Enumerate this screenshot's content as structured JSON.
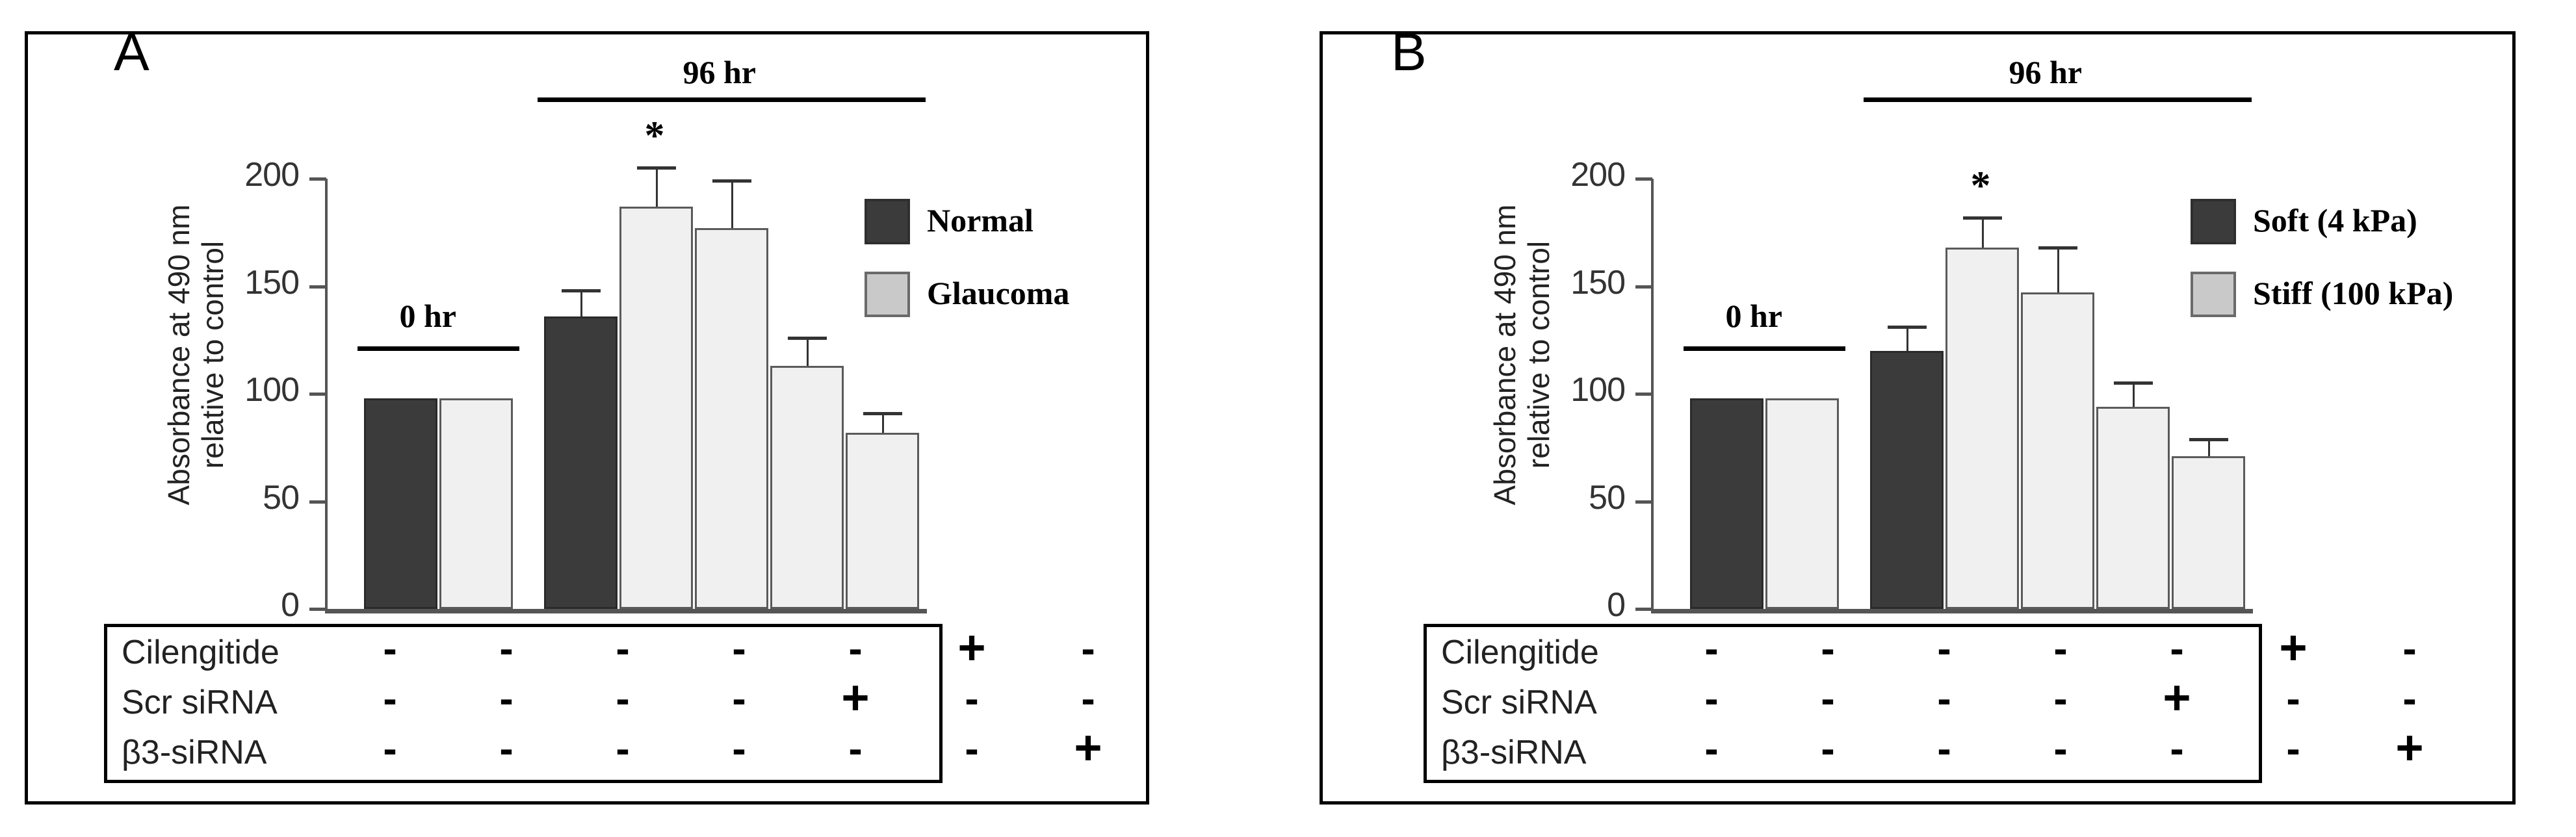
{
  "figure": {
    "panels": [
      {
        "letter": "A",
        "yaxis": {
          "label_line1": "Absorbance at 490 nm",
          "label_line2": "relative to control",
          "ticks": [
            "200",
            "150",
            "100",
            "50",
            "0"
          ],
          "tick_values": [
            200,
            150,
            100,
            50,
            0
          ]
        },
        "group_labels": {
          "left": "0 hr",
          "right": "96 hr"
        },
        "significance_marker": "*",
        "legend": [
          {
            "label": "Normal",
            "color": "#3b3b3b",
            "swatch": "dark"
          },
          {
            "label": "Glaucoma",
            "color": "#c9c9c9",
            "swatch": "light"
          }
        ],
        "table": {
          "rows": [
            {
              "name": "Cilengitide",
              "cells": [
                "-",
                "-",
                "-",
                "-",
                "-",
                "+",
                "-"
              ]
            },
            {
              "name": "Scr siRNA",
              "cells": [
                "-",
                "-",
                "-",
                "-",
                "+",
                "-",
                "-"
              ]
            },
            {
              "name": "β3-siRNA",
              "cells": [
                "-",
                "-",
                "-",
                "-",
                "-",
                "-",
                "+"
              ]
            }
          ]
        },
        "chart_data": {
          "type": "bar",
          "title": "",
          "xlabel": "",
          "ylabel": "Absorbance at 490 nm relative to control",
          "ylim": [
            0,
            200
          ],
          "yticks": [
            0,
            50,
            100,
            150,
            200
          ],
          "grid": false,
          "legend_position": "right",
          "categories": [
            "0 hr Normal",
            "0 hr Glaucoma",
            "96 hr Normal",
            "96 hr Glaucoma",
            "96 hr Glaucoma + Scr siRNA",
            "96 hr Glaucoma + Cilengitide",
            "96 hr Glaucoma + β3-siRNA"
          ],
          "bars": [
            {
              "group": "0 hr",
              "series": "Normal",
              "value": 98,
              "error": 0,
              "fill": "dark",
              "significant": false
            },
            {
              "group": "0 hr",
              "series": "Glaucoma",
              "value": 98,
              "error": 0,
              "fill": "light",
              "significant": false
            },
            {
              "group": "96 hr",
              "series": "Normal",
              "value": 136,
              "error": 12,
              "fill": "dark",
              "significant": false
            },
            {
              "group": "96 hr",
              "series": "Glaucoma",
              "value": 187,
              "error": 18,
              "fill": "light",
              "significant": true
            },
            {
              "group": "96 hr",
              "series": "Glaucoma",
              "value": 177,
              "error": 22,
              "fill": "light",
              "significant": false
            },
            {
              "group": "96 hr",
              "series": "Glaucoma",
              "value": 113,
              "error": 13,
              "fill": "light",
              "significant": false
            },
            {
              "group": "96 hr",
              "series": "Glaucoma",
              "value": 82,
              "error": 9,
              "fill": "light",
              "significant": false
            }
          ]
        }
      },
      {
        "letter": "B",
        "yaxis": {
          "label_line1": "Absorbance at 490 nm",
          "label_line2": "relative to control",
          "ticks": [
            "200",
            "150",
            "100",
            "50",
            "0"
          ],
          "tick_values": [
            200,
            150,
            100,
            50,
            0
          ]
        },
        "group_labels": {
          "left": "0 hr",
          "right": "96 hr"
        },
        "significance_marker": "*",
        "legend": [
          {
            "label": "Soft (4 kPa)",
            "color": "#3b3b3b",
            "swatch": "dark"
          },
          {
            "label": "Stiff (100 kPa)",
            "color": "#c9c9c9",
            "swatch": "light"
          }
        ],
        "table": {
          "rows": [
            {
              "name": "Cilengitide",
              "cells": [
                "-",
                "-",
                "-",
                "-",
                "-",
                "+",
                "-"
              ]
            },
            {
              "name": "Scr siRNA",
              "cells": [
                "-",
                "-",
                "-",
                "-",
                "+",
                "-",
                "-"
              ]
            },
            {
              "name": "β3-siRNA",
              "cells": [
                "-",
                "-",
                "-",
                "-",
                "-",
                "-",
                "+"
              ]
            }
          ]
        },
        "chart_data": {
          "type": "bar",
          "title": "",
          "xlabel": "",
          "ylabel": "Absorbance at 490 nm relative to control",
          "ylim": [
            0,
            200
          ],
          "yticks": [
            0,
            50,
            100,
            150,
            200
          ],
          "grid": false,
          "legend_position": "right",
          "categories": [
            "0 hr Soft",
            "0 hr Stiff",
            "96 hr Soft",
            "96 hr Stiff",
            "96 hr Stiff + Scr siRNA",
            "96 hr Stiff + Cilengitide",
            "96 hr Stiff + β3-siRNA"
          ],
          "bars": [
            {
              "group": "0 hr",
              "series": "Soft",
              "value": 98,
              "error": 0,
              "fill": "dark",
              "significant": false
            },
            {
              "group": "0 hr",
              "series": "Stiff",
              "value": 98,
              "error": 0,
              "fill": "light",
              "significant": false
            },
            {
              "group": "96 hr",
              "series": "Soft",
              "value": 120,
              "error": 11,
              "fill": "dark",
              "significant": false
            },
            {
              "group": "96 hr",
              "series": "Stiff",
              "value": 168,
              "error": 14,
              "fill": "light",
              "significant": true
            },
            {
              "group": "96 hr",
              "series": "Stiff",
              "value": 147,
              "error": 21,
              "fill": "light",
              "significant": false
            },
            {
              "group": "96 hr",
              "series": "Stiff",
              "value": 94,
              "error": 11,
              "fill": "light",
              "significant": false
            },
            {
              "group": "96 hr",
              "series": "Stiff",
              "value": 71,
              "error": 8,
              "fill": "light",
              "significant": false
            }
          ]
        }
      }
    ]
  }
}
